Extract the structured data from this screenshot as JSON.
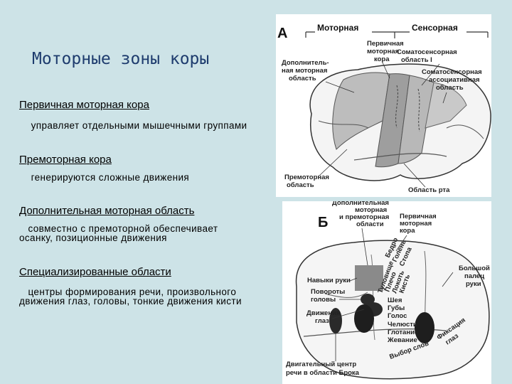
{
  "slide_title": "Моторные зоны коры",
  "sections": [
    {
      "heading": "Первичная моторная кора",
      "lines": [
        "    управляет отдельными мышечными группами"
      ]
    },
    {
      "heading": "Премоторная кора",
      "lines": [
        "    генерируются сложные движения"
      ]
    },
    {
      "heading": "Дополнительная моторная область",
      "lines": [
        "   совместно с премоторной обеспечивает",
        "осанку, позиционные движения"
      ]
    },
    {
      "heading": "Специализированные области",
      "lines": [
        "   центры формирования речи, произвольного",
        "движения глаз, головы, тонкие движения кисти"
      ]
    }
  ],
  "figure_a": {
    "letter": "А",
    "header_motor": "Моторная",
    "header_sensory": "Сенсорная",
    "labels": {
      "primary_motor": [
        "Первичная",
        "моторная",
        "кора"
      ],
      "supplementary": [
        "Дополнитель-",
        "ная моторная",
        "область"
      ],
      "somatosensory_1": [
        "Соматосенсорная",
        "область I"
      ],
      "somatosensory_assoc": [
        "Соматосенсорная",
        "ассоциативная",
        "область"
      ],
      "premotor": [
        "Премоторная",
        "область"
      ],
      "mouth": "Область рта"
    }
  },
  "figure_b": {
    "letter": "Б",
    "labels": {
      "supp_premotor": [
        "Дополнительная",
        "моторная",
        "и премоторная",
        "области"
      ],
      "primary_motor": [
        "Первичная",
        "моторная",
        "кора"
      ],
      "hand_skills": "Навыки руки",
      "head_turns": [
        "Повороты",
        "головы"
      ],
      "eye_movements": [
        "Движения",
        "глаз"
      ],
      "thumb": [
        "Большой",
        "палец",
        "руки"
      ],
      "fixation": [
        "Фиксация",
        "глаз"
      ],
      "body_parts": [
        "Бедро",
        "Голень",
        "Стопа",
        "Туловище",
        "Плечо",
        "Локоть",
        "Кисть"
      ],
      "face_parts": [
        "Шея",
        "Губы",
        "Голос",
        "Челюсти",
        "Глотание",
        "Жевание"
      ],
      "word_choice": "Выбор слов",
      "broca": [
        "Двигательный центр",
        "речи в области Брока"
      ]
    }
  }
}
